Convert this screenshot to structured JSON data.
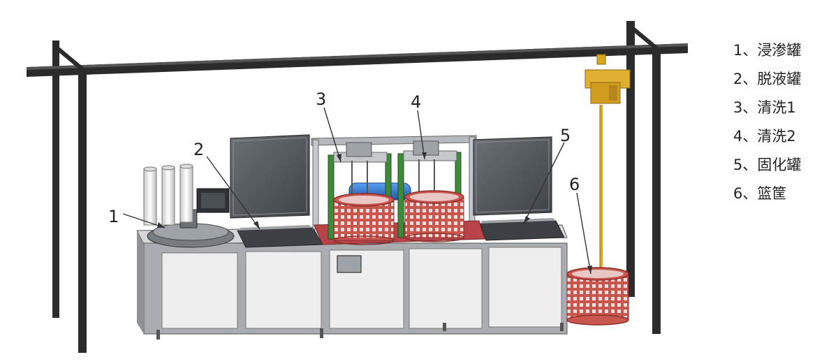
{
  "callouts": [
    "1",
    "2",
    "3",
    "4",
    "5",
    "6"
  ],
  "legend": [
    "1、浸渗罐",
    "2、脱液罐",
    "3、清洗1",
    "4、清洗2",
    "5、固化罐",
    "6、篮筐"
  ],
  "colors": {
    "frame": "#2b2b2b",
    "panel": "#eeeeee",
    "lid": "#555a5f",
    "basket": "#c9564d",
    "tank_red": "#b8444a",
    "green_rail": "#3f8a3a",
    "blue_tank": "#2b6fd0",
    "hoist": "#d8a520",
    "gray_metal": "#9ea3a8"
  }
}
